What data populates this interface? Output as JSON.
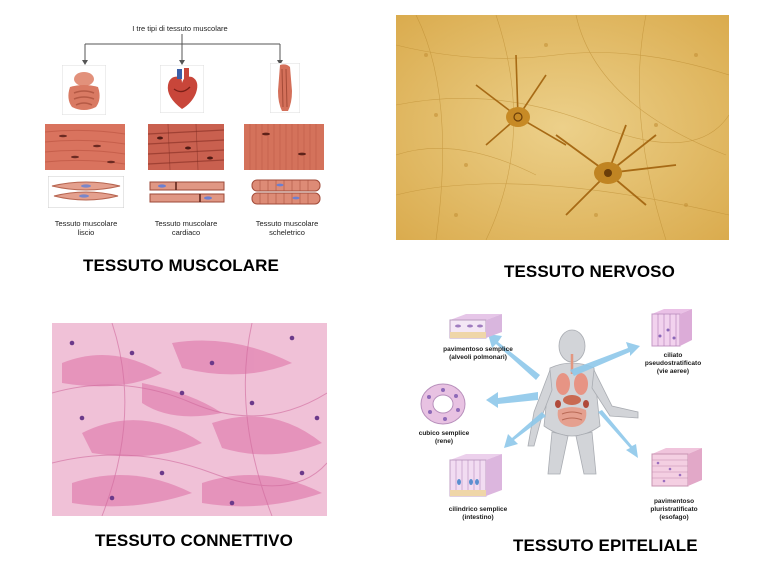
{
  "muscolare": {
    "diagram_title": "I tre tipi di tessuto muscolare",
    "types": [
      {
        "line1": "Tessuto muscolare",
        "line2": "liscio"
      },
      {
        "line1": "Tessuto muscolare",
        "line2": "cardiaco"
      },
      {
        "line1": "Tessuto muscolare",
        "line2": "scheletrico"
      }
    ],
    "section_title": "TESSUTO MUSCOLARE"
  },
  "nervoso": {
    "section_title": "TESSUTO NERVOSO"
  },
  "connettivo": {
    "section_title": "TESSUTO CONNETTIVO"
  },
  "epiteliale": {
    "section_title": "TESSUTO EPITELIALE",
    "labels": [
      {
        "line1": "pavimentoso semplice",
        "line2": "(alveoli polmonari)",
        "line3": ""
      },
      {
        "line1": "ciliato",
        "line2": "pseudostratificato",
        "line3": "(vie aeree)"
      },
      {
        "line1": "cubico semplice",
        "line2": "(rene)",
        "line3": ""
      },
      {
        "line1": "cilindrico semplice",
        "line2": "(intestino)",
        "line3": ""
      },
      {
        "line1": "pavimentoso",
        "line2": "pluristratificato",
        "line3": "(esofago)"
      }
    ]
  },
  "colors": {
    "muscle": "#d9735e",
    "nerve_bg": "#e6c36a",
    "connective": "#e79ac0",
    "arrow": "#8ec8ea"
  }
}
